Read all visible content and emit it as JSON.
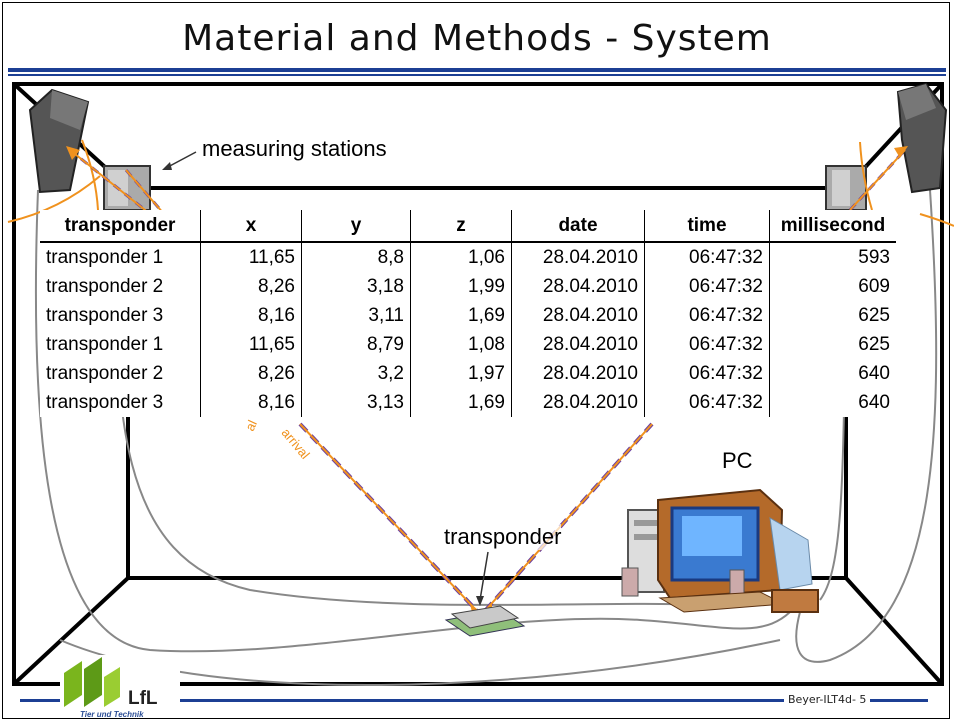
{
  "slide": {
    "title": "Material and Methods - System",
    "footer": "Beyer-ILT4d- 5"
  },
  "labels": {
    "measuring_stations": "measuring stations",
    "pc": "PC",
    "transponder": "transponder",
    "arrival_fragment_1": "al",
    "arrival_fragment_2": "arrival"
  },
  "logo": {
    "name": "LfL",
    "subtitle": "Tier und Technik"
  },
  "table": {
    "headers": [
      "transponder",
      "x",
      "y",
      "z",
      "date",
      "time",
      "millisecond"
    ],
    "rows": [
      [
        "transponder 1",
        "11,65",
        "8,8",
        "1,06",
        "28.04.2010",
        "06:47:32",
        "593"
      ],
      [
        "transponder 2",
        "8,26",
        "3,18",
        "1,99",
        "28.04.2010",
        "06:47:32",
        "609"
      ],
      [
        "transponder 3",
        "8,16",
        "3,11",
        "1,69",
        "28.04.2010",
        "06:47:32",
        "625"
      ],
      [
        "transponder 1",
        "11,65",
        "8,79",
        "1,08",
        "28.04.2010",
        "06:47:32",
        "625"
      ],
      [
        "transponder 2",
        "8,26",
        "3,2",
        "1,97",
        "28.04.2010",
        "06:47:32",
        "640"
      ],
      [
        "transponder 3",
        "8,16",
        "3,13",
        "1,69",
        "28.04.2010",
        "06:47:32",
        "640"
      ]
    ]
  },
  "colors": {
    "rule": "#1c3f94",
    "signal_orange": "#f0921e",
    "signal_purple": "#6a3fa0",
    "logo_green": "#7ab51d"
  }
}
